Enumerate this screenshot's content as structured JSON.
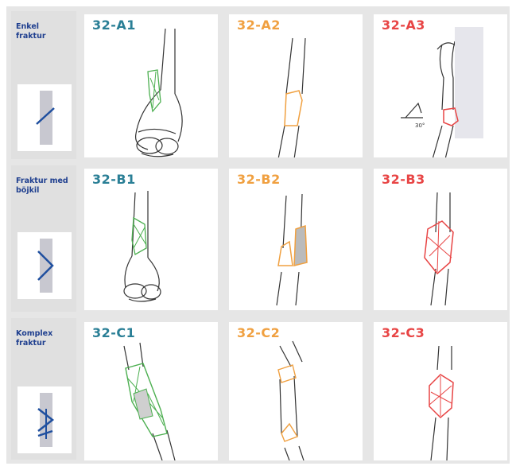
{
  "rows": [
    {
      "label": "Enkel\nfraktur"
    },
    {
      "label": "Fraktur med\nböjkil"
    },
    {
      "label": "Komplex\nfraktur"
    }
  ],
  "panels": [
    {
      "code": "32-A1",
      "color": "#2a7f96"
    },
    {
      "code": "32-A2",
      "color": "#f0a040"
    },
    {
      "code": "32-A3",
      "color": "#e84545"
    },
    {
      "code": "32-B1",
      "color": "#2a7f96"
    },
    {
      "code": "32-B2",
      "color": "#f0a040"
    },
    {
      "code": "32-B3",
      "color": "#e84545"
    },
    {
      "code": "32-C1",
      "color": "#2a7f96"
    },
    {
      "code": "32-C2",
      "color": "#f0a040"
    },
    {
      "code": "32-C3",
      "color": "#e84545"
    }
  ],
  "angle_label": "30°",
  "colors": {
    "bone_outline": "#333333",
    "group_a_fracture": "#4caf50",
    "group_b_fracture": "#f0a040",
    "group_c_fracture": "#e84545",
    "icon_bar": "#c8c8d0",
    "icon_line": "#1f4f9f"
  }
}
